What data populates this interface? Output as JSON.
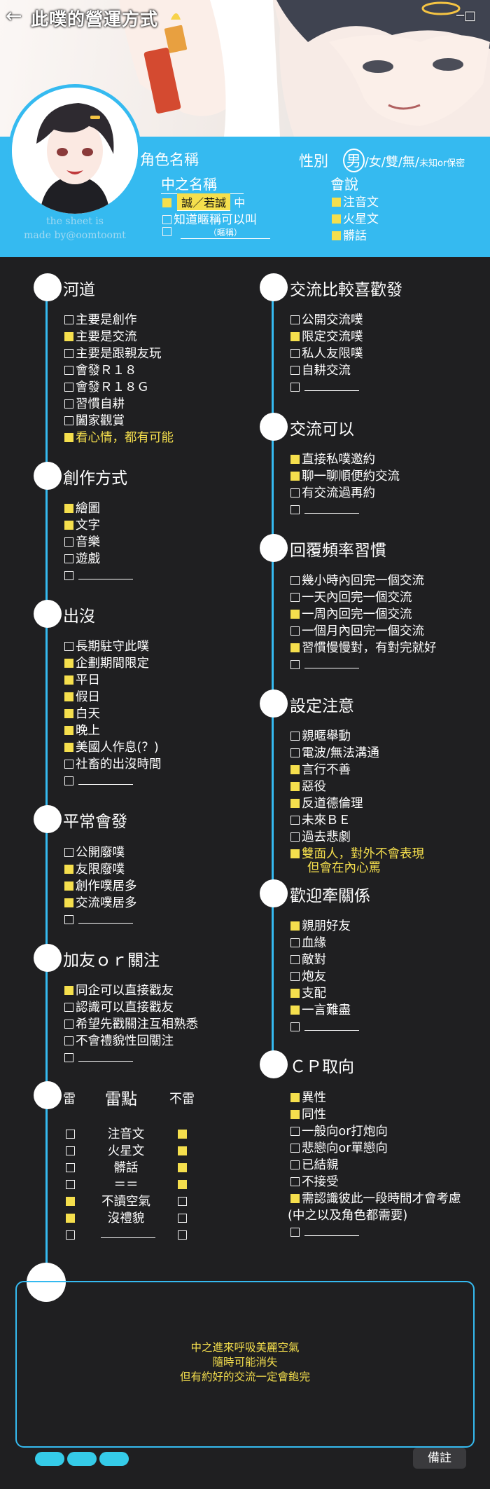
{
  "header": {
    "title": "此噗的營運方式",
    "back_icon": "back-arrow-icon",
    "window_icon": "window-icon"
  },
  "profile": {
    "role_name_label": "角色名稱",
    "gender_label": "性別",
    "gender_options": [
      "男",
      "/女/雙/無/"
    ],
    "gender_unknown": "未知or保密",
    "nakano_label": "中之名稱",
    "nakano_value": "誠／若誠",
    "nakano_suffix": "中",
    "nickname_ok": "知道暱稱可以叫",
    "nickname_hint": "（暱稱）",
    "speak_label": "會說",
    "speak_options": [
      "注音文",
      "火星文",
      "髒話"
    ],
    "credit": [
      "the sheet is",
      "made by@oomtoomt"
    ]
  },
  "left_sections": {
    "hedao": {
      "title": "河道",
      "items": [
        {
          "text": "主要是創作",
          "on": false
        },
        {
          "text": "主要是交流",
          "on": true
        },
        {
          "text": "主要是跟親友玩",
          "on": false
        },
        {
          "text": "會發Ｒ１８",
          "on": false
        },
        {
          "text": "會發Ｒ１８Ｇ",
          "on": false
        },
        {
          "text": "習慣自耕",
          "on": false
        },
        {
          "text": "闔家觀賞",
          "on": false
        },
        {
          "text": "看心情，都有可能",
          "on": true
        }
      ]
    },
    "create": {
      "title": "創作方式",
      "items": [
        {
          "text": "繪圖",
          "on": true
        },
        {
          "text": "文字",
          "on": true
        },
        {
          "text": "音樂",
          "on": false
        },
        {
          "text": "遊戲",
          "on": false
        }
      ]
    },
    "appear": {
      "title": "出沒",
      "items": [
        {
          "text": "長期駐守此噗",
          "on": false
        },
        {
          "text": "企劃期間限定",
          "on": true
        },
        {
          "text": "平日",
          "on": true
        },
        {
          "text": "假日",
          "on": true
        },
        {
          "text": "白天",
          "on": true
        },
        {
          "text": "晚上",
          "on": true
        },
        {
          "text": "美國人作息(？)",
          "on": true
        },
        {
          "text": "社畜的出沒時間",
          "on": false
        }
      ]
    },
    "post": {
      "title": "平常會發",
      "items": [
        {
          "text": "公開廢噗",
          "on": false
        },
        {
          "text": "友限廢噗",
          "on": true
        },
        {
          "text": "創作噗居多",
          "on": true
        },
        {
          "text": "交流噗居多",
          "on": true
        }
      ]
    },
    "follow": {
      "title": "加友ｏｒ關注",
      "items": [
        {
          "text": "同企可以直接戳友",
          "on": true
        },
        {
          "text": "認識可以直接戳友",
          "on": false
        },
        {
          "text": "希望先戳關注互相熟悉",
          "on": false
        },
        {
          "text": "不會禮貌性回關注",
          "on": false
        }
      ]
    },
    "mine": {
      "title": "雷點",
      "col_left": "雷",
      "col_right": "不雷",
      "rows": [
        {
          "text": "注音文",
          "mine": false,
          "ok": true
        },
        {
          "text": "火星文",
          "mine": false,
          "ok": true
        },
        {
          "text": "髒話",
          "mine": false,
          "ok": true
        },
        {
          "text": "＝＝",
          "mine": false,
          "ok": true
        },
        {
          "text": "不讀空氣",
          "mine": true,
          "ok": false
        },
        {
          "text": "沒禮貌",
          "mine": true,
          "ok": false
        }
      ]
    }
  },
  "right_sections": {
    "exchange_type": {
      "title": "交流比較喜歡發",
      "items": [
        {
          "text": "公開交流噗",
          "on": false
        },
        {
          "text": "限定交流噗",
          "on": true
        },
        {
          "text": "私人友限噗",
          "on": false
        },
        {
          "text": "自耕交流",
          "on": false
        }
      ]
    },
    "exchange_ok": {
      "title": "交流可以",
      "items": [
        {
          "text": "直接私噗邀約",
          "on": true
        },
        {
          "text": "聊一聊順便約交流",
          "on": true
        },
        {
          "text": "有交流過再約",
          "on": false
        }
      ]
    },
    "reply": {
      "title": "回覆頻率習慣",
      "items": [
        {
          "text": "幾小時內回完一個交流",
          "on": false
        },
        {
          "text": "一天內回完一個交流",
          "on": false
        },
        {
          "text": "一周內回完一個交流",
          "on": true
        },
        {
          "text": "一個月內回完一個交流",
          "on": false
        },
        {
          "text": "習慣慢慢對，有對完就好",
          "on": true
        }
      ]
    },
    "setting": {
      "title": "設定注意",
      "items": [
        {
          "text": "親暱舉動",
          "on": false
        },
        {
          "text": "電波/無法溝通",
          "on": false
        },
        {
          "text": "言行不善",
          "on": true
        },
        {
          "text": "惡役",
          "on": true
        },
        {
          "text": "反道德倫理",
          "on": true
        },
        {
          "text": "未來ＢＥ",
          "on": false
        },
        {
          "text": "過去悲劇",
          "on": false
        }
      ],
      "highlight_1": "雙面人，對外不會表現",
      "highlight_2": "但會在內心罵"
    },
    "pairing": {
      "title": "歡迎牽關係",
      "items": [
        {
          "text": "親朋好友",
          "on": true
        },
        {
          "text": "血緣",
          "on": false
        },
        {
          "text": "敵對",
          "on": false
        },
        {
          "text": "炮友",
          "on": false
        },
        {
          "text": "支配",
          "on": true
        },
        {
          "text": "一言難盡",
          "on": true
        }
      ]
    },
    "cp": {
      "title": "ＣＰ取向",
      "items": [
        {
          "text": "異性",
          "on": true
        },
        {
          "text": "同性",
          "on": true
        },
        {
          "text": "一般向or打炮向",
          "on": false
        },
        {
          "text": "悲戀向or單戀向",
          "on": false
        },
        {
          "text": "已結親",
          "on": false
        },
        {
          "text": "不接受",
          "on": false
        },
        {
          "text": "需認識彼此一段時間才會考慮",
          "on": true
        }
      ],
      "note": "(中之以及角色都需要)"
    }
  },
  "notes": {
    "lines": [
      "中之進來呼吸美麗空氣",
      "隨時可能消失",
      "但有約好的交流一定會鉋完"
    ],
    "remark_button": "備註"
  },
  "colors": {
    "accent": "#35baf0",
    "check": "#f5df4d",
    "bg": "#1f1f21"
  }
}
